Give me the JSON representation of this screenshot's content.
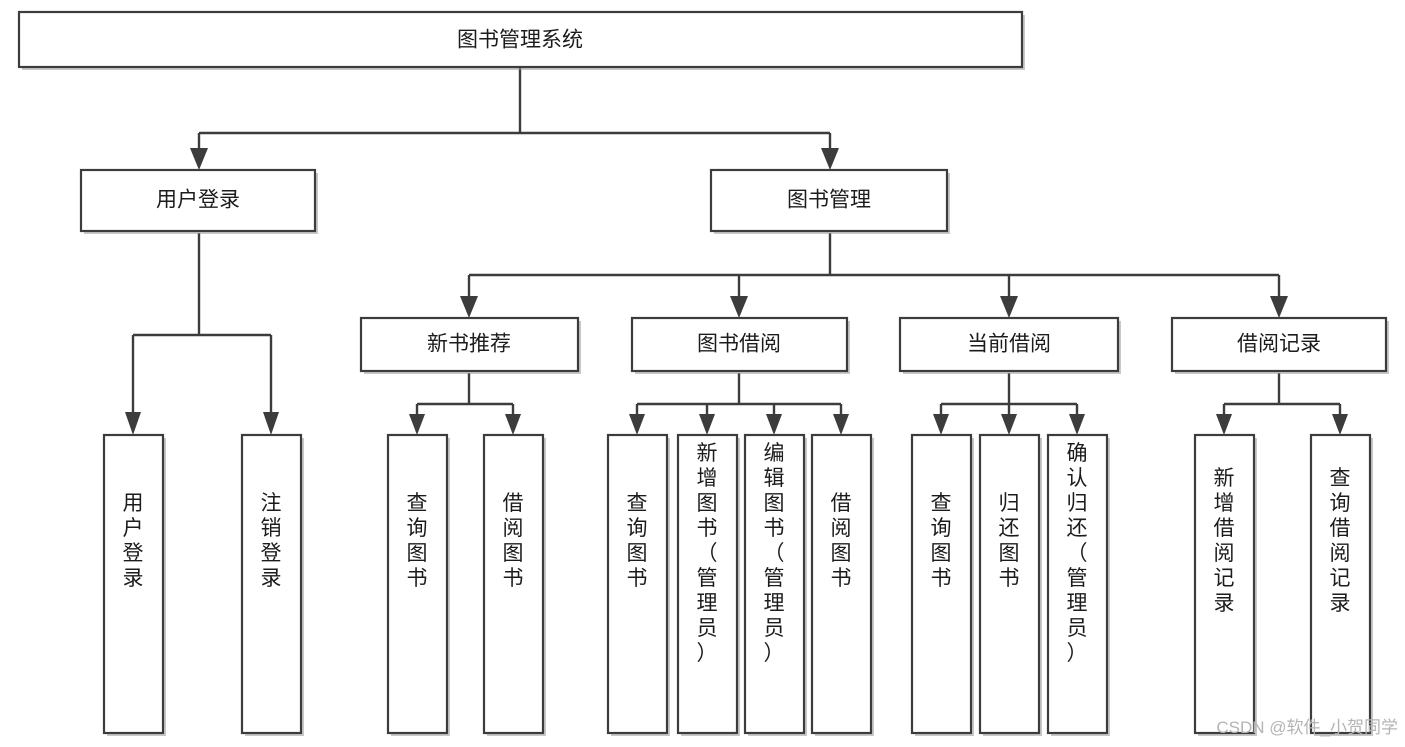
{
  "diagram": {
    "title": "图书管理系统",
    "type": "tree",
    "orientation": "top-down",
    "colors": {
      "background": "#ffffff",
      "box_fill": "#ffffff",
      "box_stroke": "#3c3c3c",
      "connector": "#3c3c3c",
      "text": "#1c1c1c",
      "watermark": "#b4b4b4"
    },
    "root": {
      "id": "root",
      "label": "图书管理系统",
      "orientation": "horizontal"
    },
    "level2": [
      {
        "id": "user-login",
        "label": "用户登录",
        "orientation": "horizontal"
      },
      {
        "id": "book-manage",
        "label": "图书管理",
        "orientation": "horizontal"
      }
    ],
    "level3": [
      {
        "id": "new-book-recommend",
        "label": "新书推荐",
        "orientation": "horizontal",
        "parent": "book-manage"
      },
      {
        "id": "book-borrow",
        "label": "图书借阅",
        "orientation": "horizontal",
        "parent": "book-manage"
      },
      {
        "id": "current-borrow",
        "label": "当前借阅",
        "orientation": "horizontal",
        "parent": "book-manage"
      },
      {
        "id": "borrow-record",
        "label": "借阅记录",
        "orientation": "horizontal",
        "parent": "book-manage"
      }
    ],
    "leaves": [
      {
        "id": "leaf-user-login",
        "label": "用户登录",
        "orientation": "vertical",
        "parent": "user-login"
      },
      {
        "id": "leaf-user-logout",
        "label": "注销登录",
        "orientation": "vertical",
        "parent": "user-login"
      },
      {
        "id": "leaf-query-book-1",
        "label": "查询图书",
        "orientation": "vertical",
        "parent": "new-book-recommend"
      },
      {
        "id": "leaf-borrow-book-1",
        "label": "借阅图书",
        "orientation": "vertical",
        "parent": "new-book-recommend"
      },
      {
        "id": "leaf-query-book-2",
        "label": "查询图书",
        "orientation": "vertical",
        "parent": "book-borrow"
      },
      {
        "id": "leaf-add-book",
        "label": "新增图书（管理员）",
        "orientation": "vertical",
        "parent": "book-borrow"
      },
      {
        "id": "leaf-edit-book",
        "label": "编辑图书（管理员）",
        "orientation": "vertical",
        "parent": "book-borrow"
      },
      {
        "id": "leaf-borrow-book-2",
        "label": "借阅图书",
        "orientation": "vertical",
        "parent": "book-borrow"
      },
      {
        "id": "leaf-query-book-3",
        "label": "查询图书",
        "orientation": "vertical",
        "parent": "current-borrow"
      },
      {
        "id": "leaf-return-book",
        "label": "归还图书",
        "orientation": "vertical",
        "parent": "current-borrow"
      },
      {
        "id": "leaf-confirm-return",
        "label": "确认归还（管理员）",
        "orientation": "vertical",
        "parent": "current-borrow"
      },
      {
        "id": "leaf-add-record",
        "label": "新增借阅记录",
        "orientation": "vertical",
        "parent": "borrow-record"
      },
      {
        "id": "leaf-query-record",
        "label": "查询借阅记录",
        "orientation": "vertical",
        "parent": "borrow-record"
      }
    ]
  },
  "watermark": {
    "text": "CSDN @软件_小贺同学"
  }
}
